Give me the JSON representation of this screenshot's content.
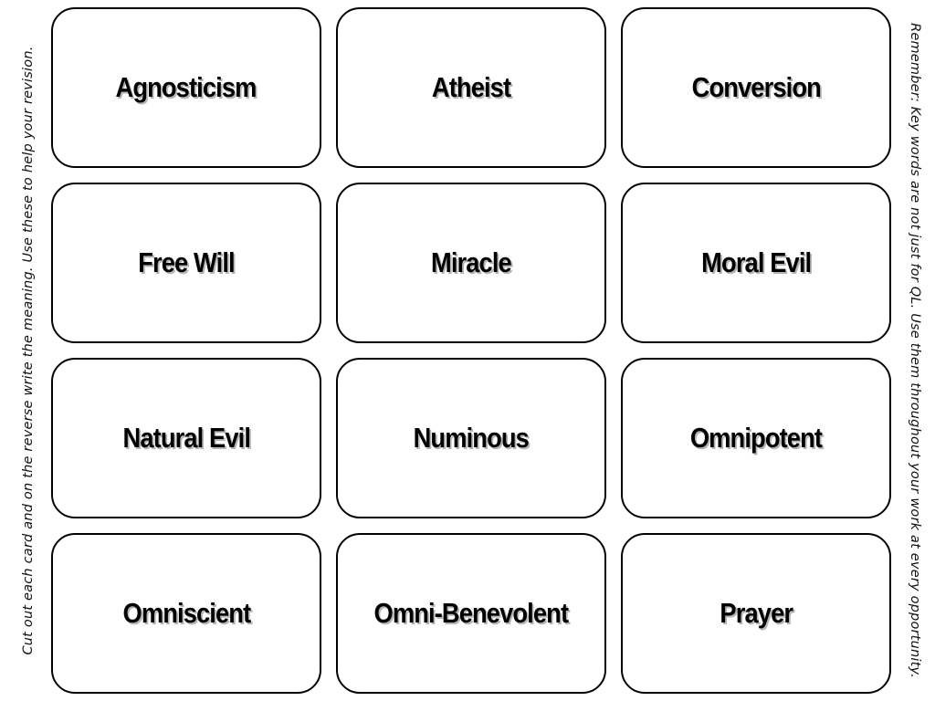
{
  "instructions": {
    "left": "Cut out each card and on the reverse write the meaning. Use these to help your revision.",
    "right": "Remember: Key words are not just for QL. Use them throughout your work at every opportunity."
  },
  "cards": [
    {
      "label": "Agnosticism"
    },
    {
      "label": "Atheist"
    },
    {
      "label": "Conversion"
    },
    {
      "label": "Free Will"
    },
    {
      "label": "Miracle"
    },
    {
      "label": "Moral Evil"
    },
    {
      "label": "Natural Evil"
    },
    {
      "label": "Numinous"
    },
    {
      "label": "Omnipotent"
    },
    {
      "label": "Omniscient"
    },
    {
      "label": "Omni-Benevolent"
    },
    {
      "label": "Prayer"
    }
  ]
}
